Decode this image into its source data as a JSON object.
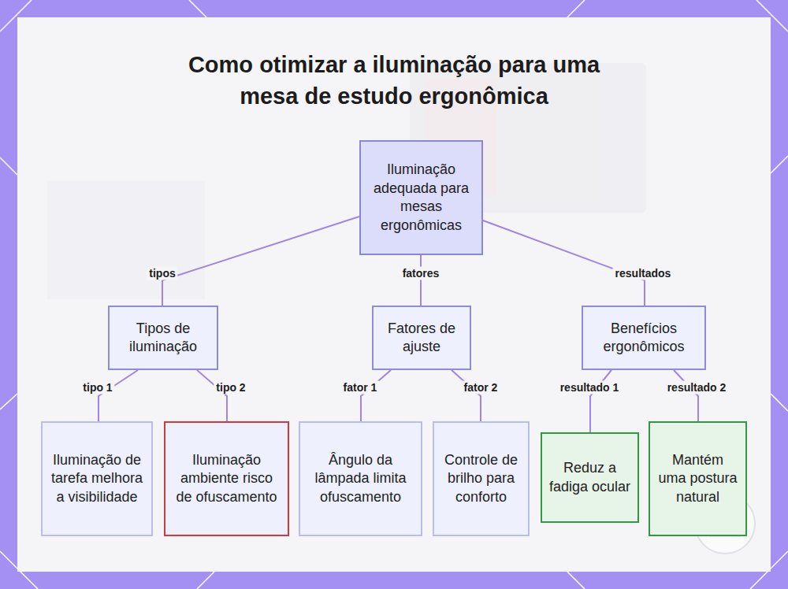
{
  "diagram": {
    "title": "Como otimizar a iluminação para uma mesa de estudo ergonômica",
    "nodes": [
      {
        "text": [
          "Iluminação adequada para mesas ergonômicas"
        ]
      },
      {
        "text": [
          "Tipos de iluminação"
        ]
      },
      {
        "text": [
          "Fatores de ajuste"
        ]
      },
      {
        "text": [
          "Benefícios ergonômicos"
        ]
      },
      {
        "text": [
          "Iluminação de tarefa melhora a visibilidade"
        ]
      },
      {
        "text": [
          "Iluminação ambiente risco de ofuscamento"
        ]
      },
      {
        "text": [
          "Ângulo da lâmpada limita ofuscamento"
        ]
      },
      {
        "text": [
          "Controle de brilho para conforto"
        ]
      },
      {
        "text": [
          "Reduz a fadiga ocular"
        ]
      },
      {
        "text": [
          "Mantém uma postura natural"
        ]
      }
    ],
    "edges": [
      {
        "from": 0,
        "to": 1,
        "label": "tipos",
        "arrow": "none"
      },
      {
        "from": 0,
        "to": 2,
        "label": "fatores",
        "arrow": "none"
      },
      {
        "from": 0,
        "to": 3,
        "label": "resultados",
        "arrow": "none"
      },
      {
        "from": 1,
        "to": 4,
        "label": "tipo 1",
        "arrow": "none"
      },
      {
        "from": 1,
        "to": 5,
        "label": "tipo 2",
        "arrow": "none"
      },
      {
        "from": 2,
        "to": 6,
        "label": "fator 1",
        "arrow": "none"
      },
      {
        "from": 2,
        "to": 7,
        "label": "fator 2",
        "arrow": "none"
      },
      {
        "from": 3,
        "to": 8,
        "label": "resultado 1",
        "arrow": "none"
      },
      {
        "from": 3,
        "to": 9,
        "label": "resultado 2",
        "arrow": "none"
      }
    ]
  }
}
